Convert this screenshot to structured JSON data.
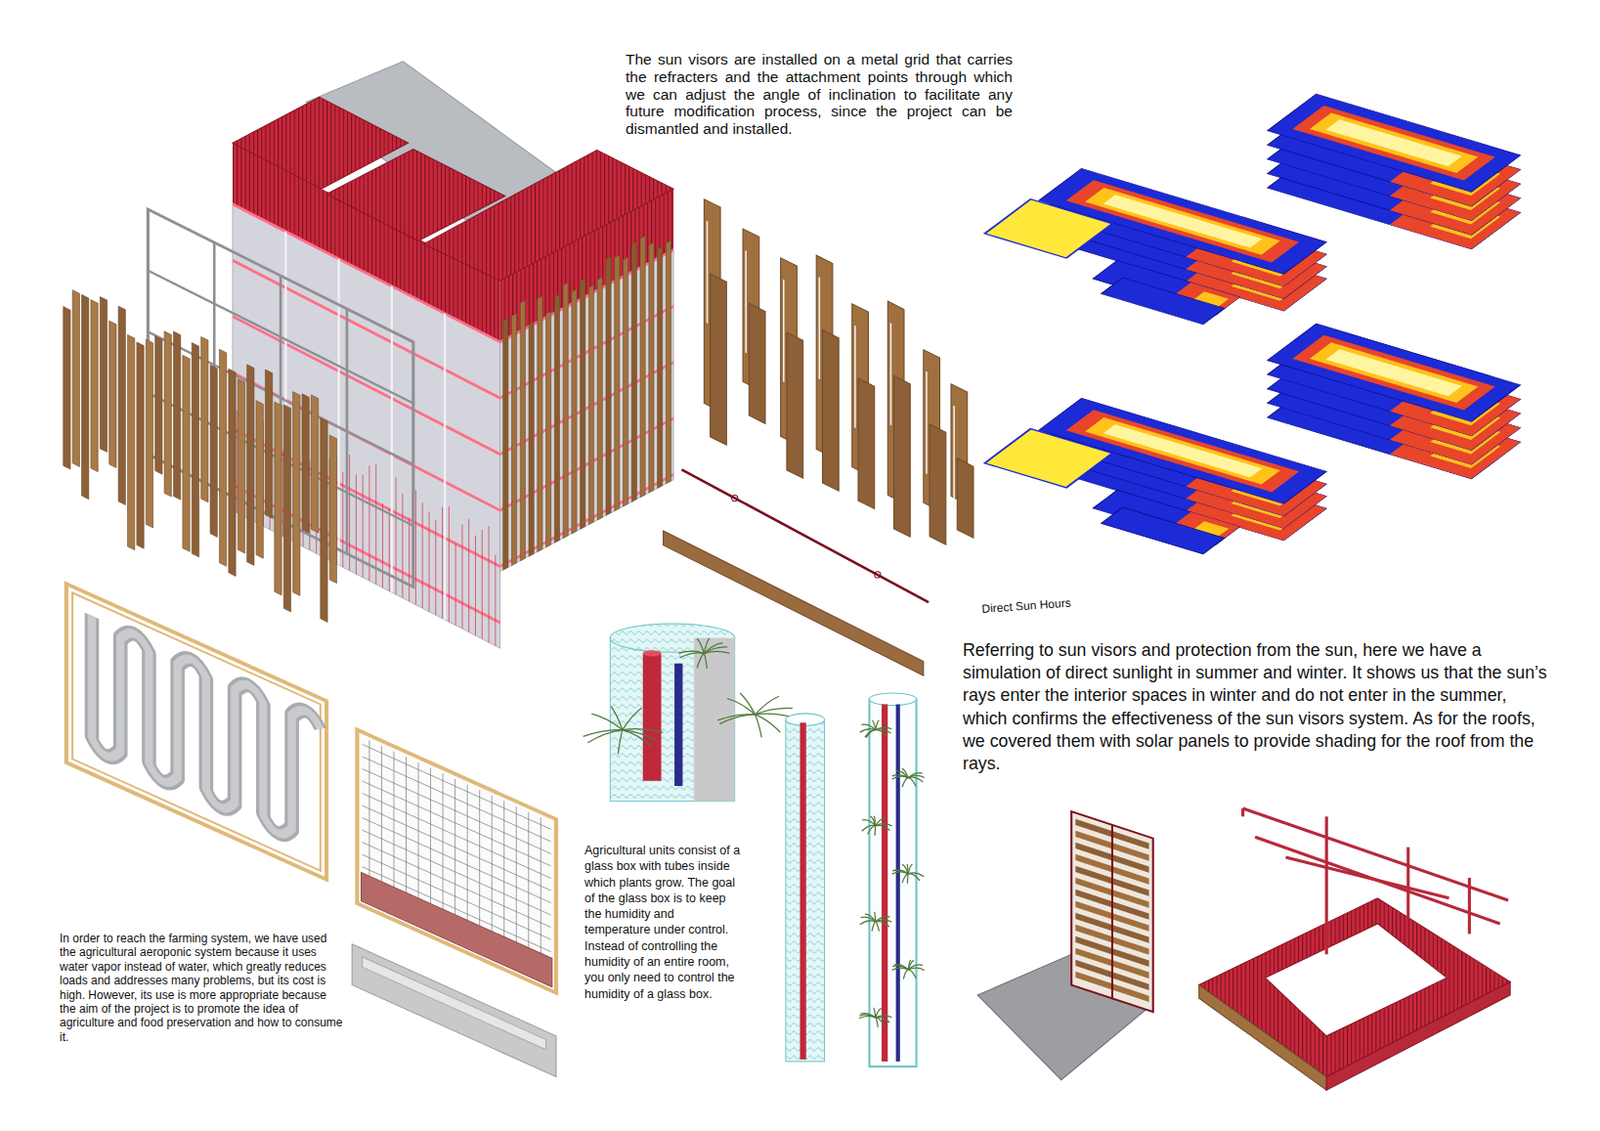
{
  "diagram": {
    "labels": [
      "The sun visors are installed on a metal grid that carries the refracters and the attachment points through which we can adjust the angle of inclination to facilitate any future modification process, since the project can be dismantled and installed.",
      "Direct Sun Hours",
      "Referring to sun visors and protection from the sun, here we have a simulation of direct sunlight in summer and winter. It shows us that the sun’s rays enter the interior spaces in winter and do not enter in the summer, which confirms the effectiveness of the sun visors system. As for the roofs, we covered them with solar panels to provide shading for the roof from the rays.",
      "Agricultural units consist of a glass box with tubes inside which plants grow. The goal of the glass box is to keep the humidity and temperature under control. Instead of controlling the humidity of an entire room, you only need to control the humidity of a glass box.",
      "In order to reach the farming system, we have used the agricultural aeroponic system because it uses water vapor instead of water, which greatly reduces loads and addresses many problems, but its cost is high. However, its use is more appropriate because the aim of the project is to promote the idea of agriculture and food preservation and how to consume it."
    ]
  }
}
